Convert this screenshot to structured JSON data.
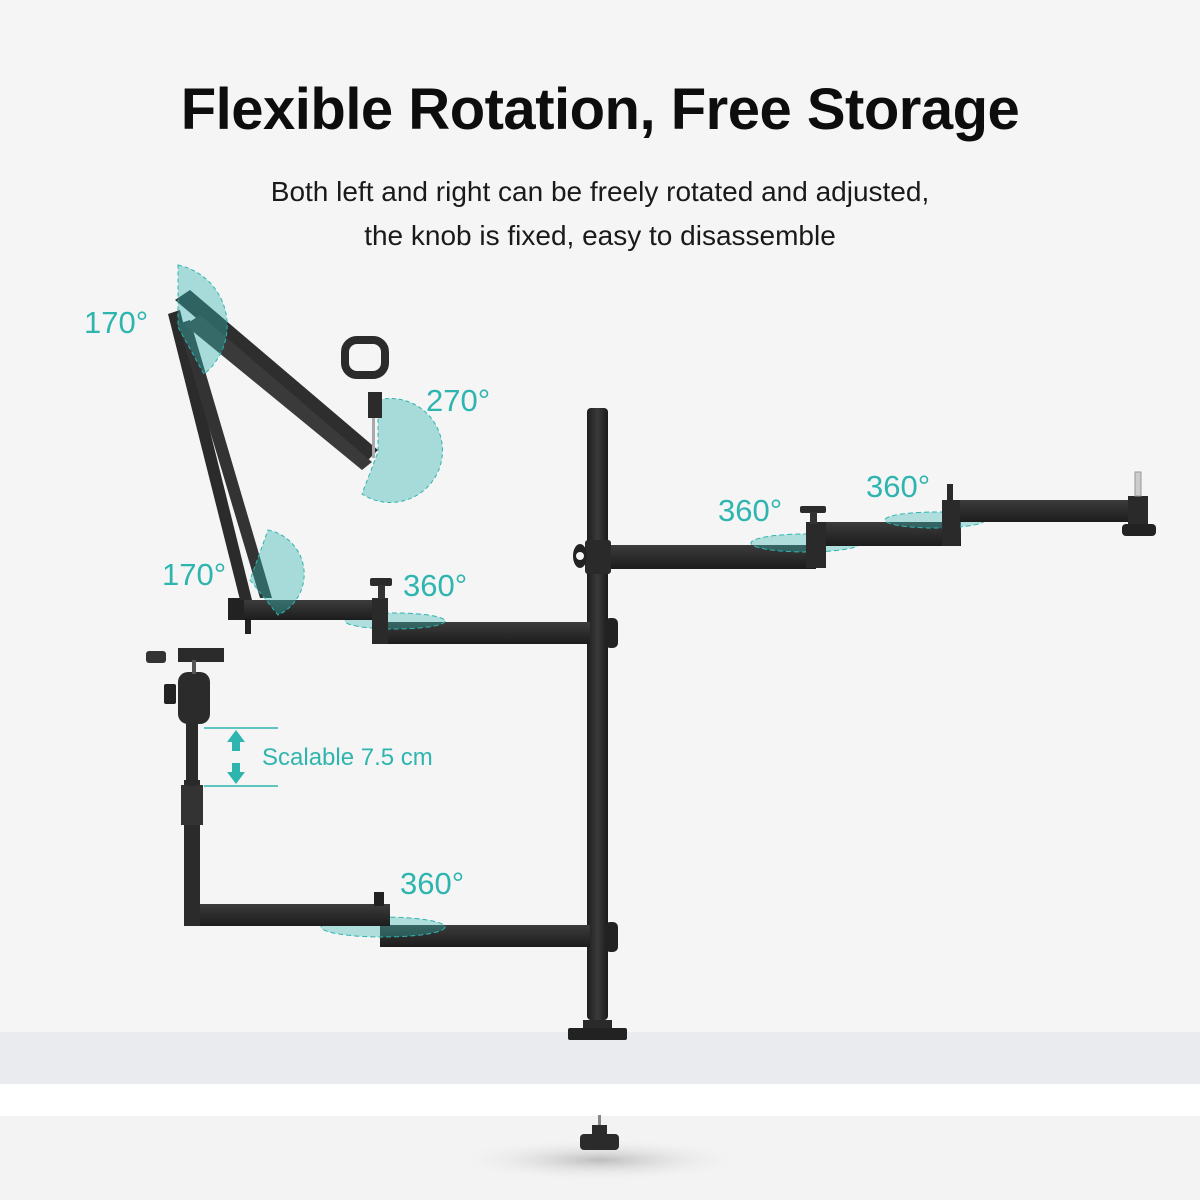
{
  "header": {
    "title": "Flexible Rotation, Free Storage",
    "subtitle_line1": "Both left and right can be freely rotated and adjusted,",
    "subtitle_line2": "the knob is fixed, easy to disassemble"
  },
  "annotations": {
    "mic_arm_top_joint": "170°",
    "mic_clip": "270°",
    "mic_arm_base_joint": "170°",
    "upper_left_arm_swivel": "360°",
    "right_arm_swivel_1": "360°",
    "right_arm_swivel_2": "360°",
    "lower_arm_swivel": "360°",
    "telescoping": "Scalable 7.5 cm"
  },
  "colors": {
    "background": "#f5f5f5",
    "accent": "#2fb5b0",
    "product": "#2b2b2b",
    "title": "#0d0d0d"
  }
}
